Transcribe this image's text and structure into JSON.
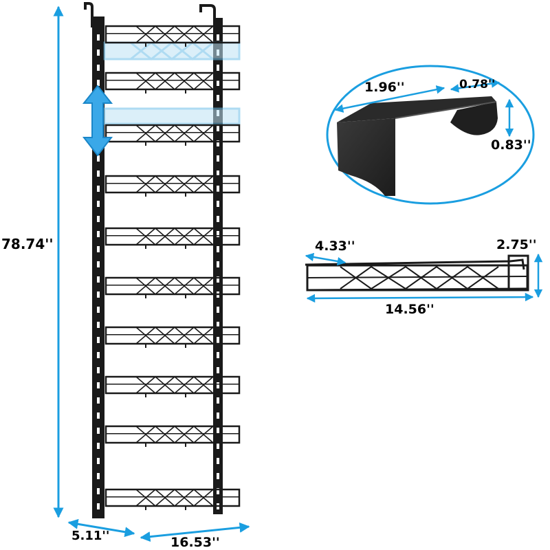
{
  "accent_color": "#1a9ee0",
  "frame_color": "#1a1a1a",
  "dimensions": {
    "overall_height": "78.74''",
    "rack_depth": "5.11''",
    "rack_width": "16.53''",
    "hook_width": "1.96''",
    "hook_gap": "0.78''",
    "hook_height": "0.83''",
    "basket_depth": "4.33''",
    "basket_height": "2.75''",
    "basket_width": "14.56''"
  },
  "rack": {
    "basket_count": 10,
    "adjustable_indicator": "up-down-arrow-icon"
  }
}
